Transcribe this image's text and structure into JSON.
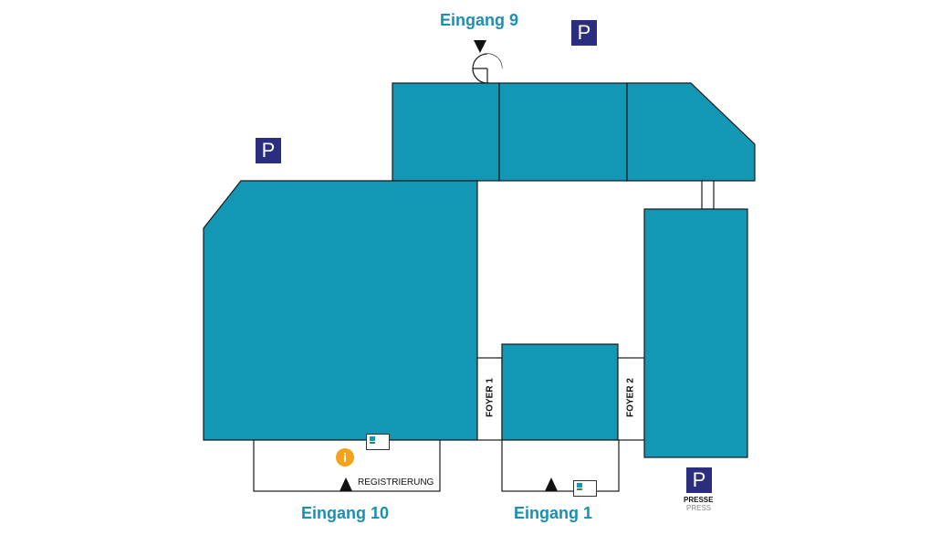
{
  "entrances": {
    "e9": "Eingang 9",
    "e10": "Eingang 10",
    "e1": "Eingang 1"
  },
  "foyers": {
    "f1": "FOYER 1",
    "f2": "FOYER 2"
  },
  "registration": "REGISTRIERUNG",
  "parking_symbol": "P",
  "press": {
    "de": "PRESSE",
    "en": "PRESS"
  },
  "info_symbol": "i",
  "colors": {
    "hall": "#1298b5",
    "entrance_text": "#1a8fb0",
    "parking": "#2b2d7e",
    "info": "#f5a21b"
  },
  "icons": [
    "parking-icon",
    "info-icon",
    "atm-icon",
    "entrance-arrow-icon",
    "revolving-door-icon"
  ]
}
